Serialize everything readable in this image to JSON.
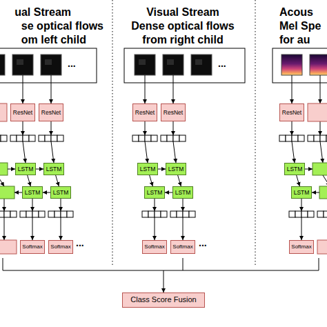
{
  "diagram": {
    "nodes": [
      {
        "text": [
          "ResNet"
        ]
      },
      {
        "text": [
          "ResNet"
        ]
      },
      {
        "text": [
          "LSTM"
        ]
      },
      {
        "text": [
          "LSTM"
        ]
      },
      {
        "text": [
          "LSTM"
        ]
      },
      {
        "text": [
          "LSTM"
        ]
      },
      {
        "text": [
          "Softmax"
        ]
      },
      {
        "text": [
          "Softmax"
        ]
      },
      {
        "text": [
          "ResNet"
        ]
      },
      {
        "text": [
          "ResNet"
        ]
      },
      {
        "text": [
          "LSTM"
        ]
      },
      {
        "text": [
          "LSTM"
        ]
      },
      {
        "text": [
          "LSTM"
        ]
      },
      {
        "text": [
          "LSTM"
        ]
      },
      {
        "text": [
          "Softmax"
        ]
      },
      {
        "text": [
          "Softmax"
        ]
      },
      {
        "text": [
          "ResNet"
        ]
      },
      {
        "text": [
          "LSTM"
        ]
      },
      {
        "text": [
          "LSTM"
        ]
      },
      {
        "text": [
          "Softmax"
        ]
      },
      {
        "text": [
          "Class Score Fusion"
        ]
      }
    ],
    "edges": [
      {
        "from": 2,
        "to": 4,
        "arrow": "to"
      },
      {
        "from": 3,
        "to": 5,
        "arrow": "to"
      },
      {
        "from": 2,
        "to": 3,
        "arrow": "to"
      },
      {
        "from": 5,
        "to": 4,
        "arrow": "to"
      },
      {
        "from": 10,
        "to": 12,
        "arrow": "to"
      },
      {
        "from": 11,
        "to": 13,
        "arrow": "to"
      },
      {
        "from": 10,
        "to": 11,
        "arrow": "to"
      },
      {
        "from": 13,
        "to": 12,
        "arrow": "to"
      },
      {
        "from": 17,
        "to": 18,
        "arrow": "to"
      }
    ],
    "labels": [
      "ual Stream",
      "se optical flows",
      "om left child",
      "Visual Stream",
      "Dense optical flows",
      "from right child",
      "Acous",
      "Mel Spe",
      "for au",
      "...",
      "...",
      "...",
      "..."
    ]
  }
}
